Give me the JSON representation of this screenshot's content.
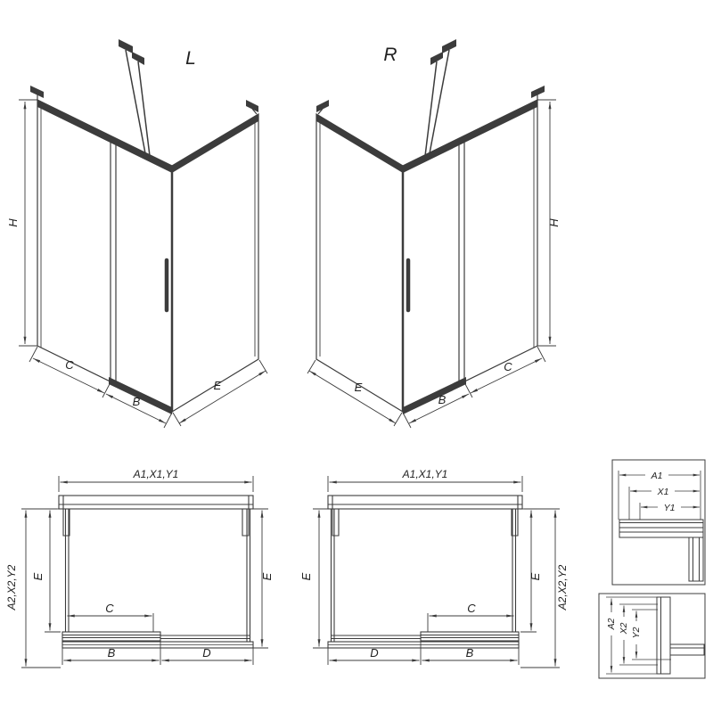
{
  "drawing": {
    "background": "#ffffff",
    "line_color": "#3c3c3c",
    "text_color": "#222222"
  },
  "views": {
    "iso_left": {
      "label": "L"
    },
    "iso_right": {
      "label": "R"
    }
  },
  "dims": {
    "H": "H",
    "C": "C",
    "B": "B",
    "D": "D",
    "E": "E",
    "top_group": "A1,X1,Y1",
    "side_group": "A2,X2,Y2",
    "A1": "A1",
    "X1": "X1",
    "Y1": "Y1",
    "A2": "A2",
    "X2": "X2",
    "Y2": "Y2"
  }
}
